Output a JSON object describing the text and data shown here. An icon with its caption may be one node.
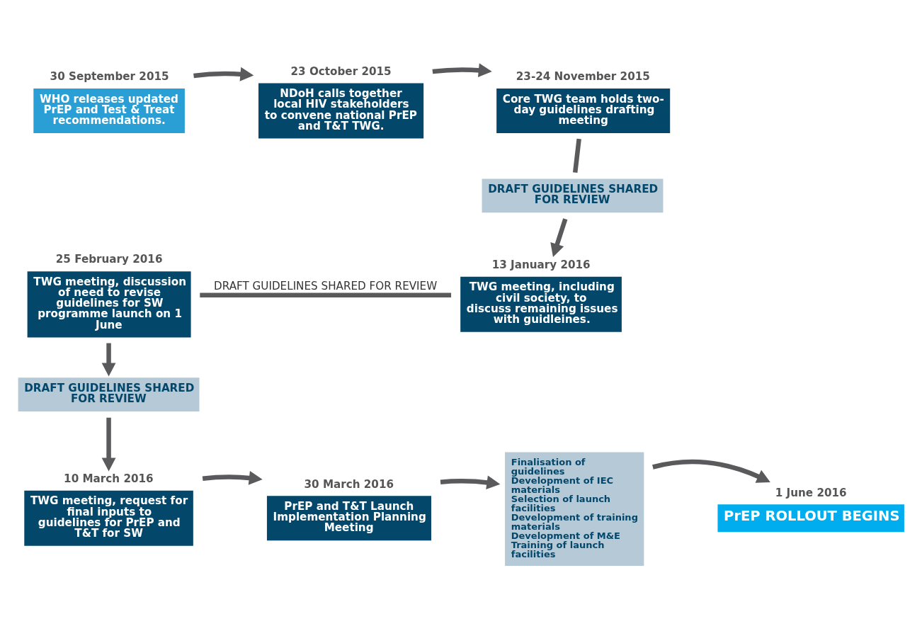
{
  "diagram": {
    "nodes": [
      {
        "text": [
          "WHO releases updated PrEP and Test & Treat recommendations."
        ],
        "beside": [
          "30 September 2015"
        ]
      },
      {
        "text": [
          "NDoH calls together local HIV stakeholders to convene national PrEP and T&T TWG."
        ],
        "beside": [
          "23 October 2015"
        ]
      },
      {
        "text": [
          "Core TWG team holds two-day guidelines drafting meeting"
        ],
        "beside": [
          "23-24 November 2015"
        ]
      },
      {
        "text": [
          "DRAFT GUIDELINES SHARED FOR REVIEW"
        ]
      },
      {
        "text": [
          "TWG meeting, including civil society, to discuss remaining issues with guidleines."
        ],
        "beside": [
          "13 January 2016"
        ]
      },
      {
        "text": [
          "TWG meeting, discussion of need to revise guidelines for SW programme launch on 1 June"
        ],
        "beside": [
          "25 February 2016"
        ]
      },
      {
        "text": [
          "DRAFT GUIDELINES SHARED FOR REVIEW"
        ]
      },
      {
        "text": [
          "TWG meeting, request for final inputs to guidelines for PrEP and T&T for SW"
        ],
        "beside": [
          "10 March 2016"
        ]
      },
      {
        "text": [
          "PrEP and T&T Launch Implementation Planning Meeting"
        ],
        "beside": [
          "30 March 2016"
        ]
      },
      {
        "text": [
          "Finalisation of guidelines",
          "Development of IEC materials",
          "Selection of launch facilities",
          "Development of training materials",
          "Development of M&E",
          "Training of launch facilities"
        ]
      },
      {
        "text": [
          "PrEP ROLLOUT BEGINS"
        ],
        "beside": [
          "1 June 2016"
        ]
      }
    ],
    "edges": [
      {
        "from": 0,
        "to": 1,
        "arrow": "to"
      },
      {
        "from": 1,
        "to": 2,
        "arrow": "to"
      },
      {
        "from": 2,
        "to": 3,
        "arrow": "none"
      },
      {
        "from": 3,
        "to": 4,
        "arrow": "to"
      },
      {
        "from": 4,
        "to": 5,
        "arrow": "none",
        "label": "DRAFT GUIDELINES SHARED FOR REVIEW"
      },
      {
        "from": 5,
        "to": 6,
        "arrow": "to"
      },
      {
        "from": 6,
        "to": 7,
        "arrow": "to"
      },
      {
        "from": 7,
        "to": 8,
        "arrow": "to"
      },
      {
        "from": 8,
        "to": 9,
        "arrow": "to"
      },
      {
        "from": 9,
        "to": 10,
        "arrow": "to"
      }
    ]
  }
}
